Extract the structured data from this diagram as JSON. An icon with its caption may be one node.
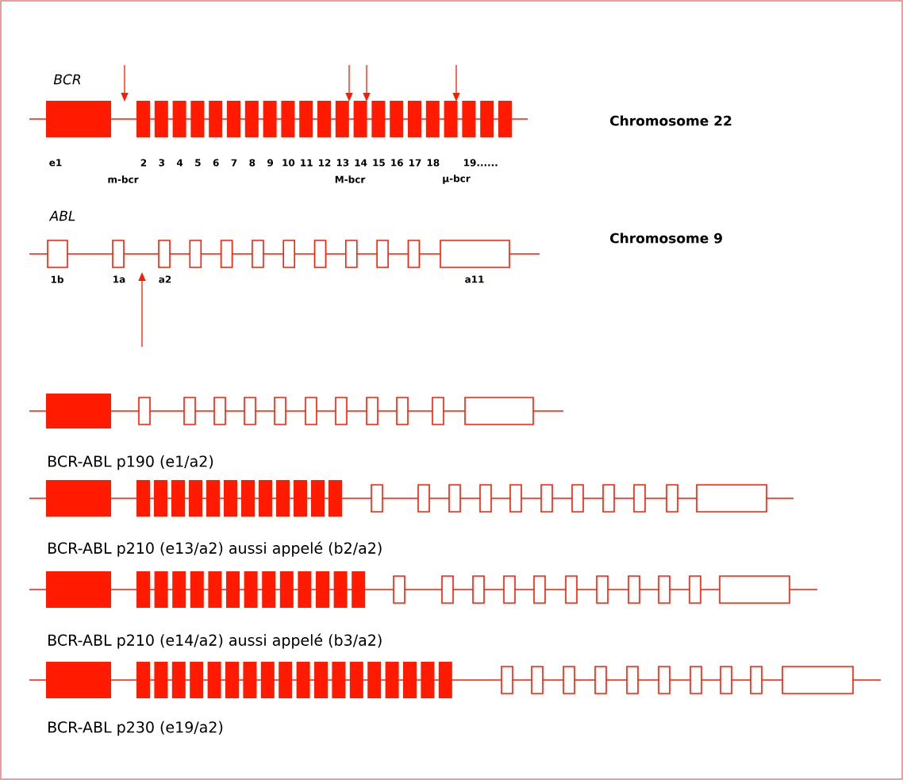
{
  "diagram": {
    "labels": [
      "BCR",
      "Chromosome 22",
      "e1",
      "2",
      "3",
      "4",
      "5",
      "6",
      "7",
      "8",
      "9",
      "10",
      "11",
      "12",
      "13",
      "14",
      "15",
      "16",
      "17",
      "18",
      "19......",
      "m-bcr",
      "M-bcr",
      "µ-bcr",
      "ABL",
      "Chromosome 9",
      "1b",
      "1a",
      "a2",
      "a11",
      "BCR-ABL p190 (e1/a2)",
      "BCR-ABL p210 (e13/a2) aussi appelé (b2/a2)",
      "BCR-ABL p210 (e14/a2) aussi appelé (b3/a2)",
      "BCR-ABL p230 (e19/a2)"
    ]
  }
}
